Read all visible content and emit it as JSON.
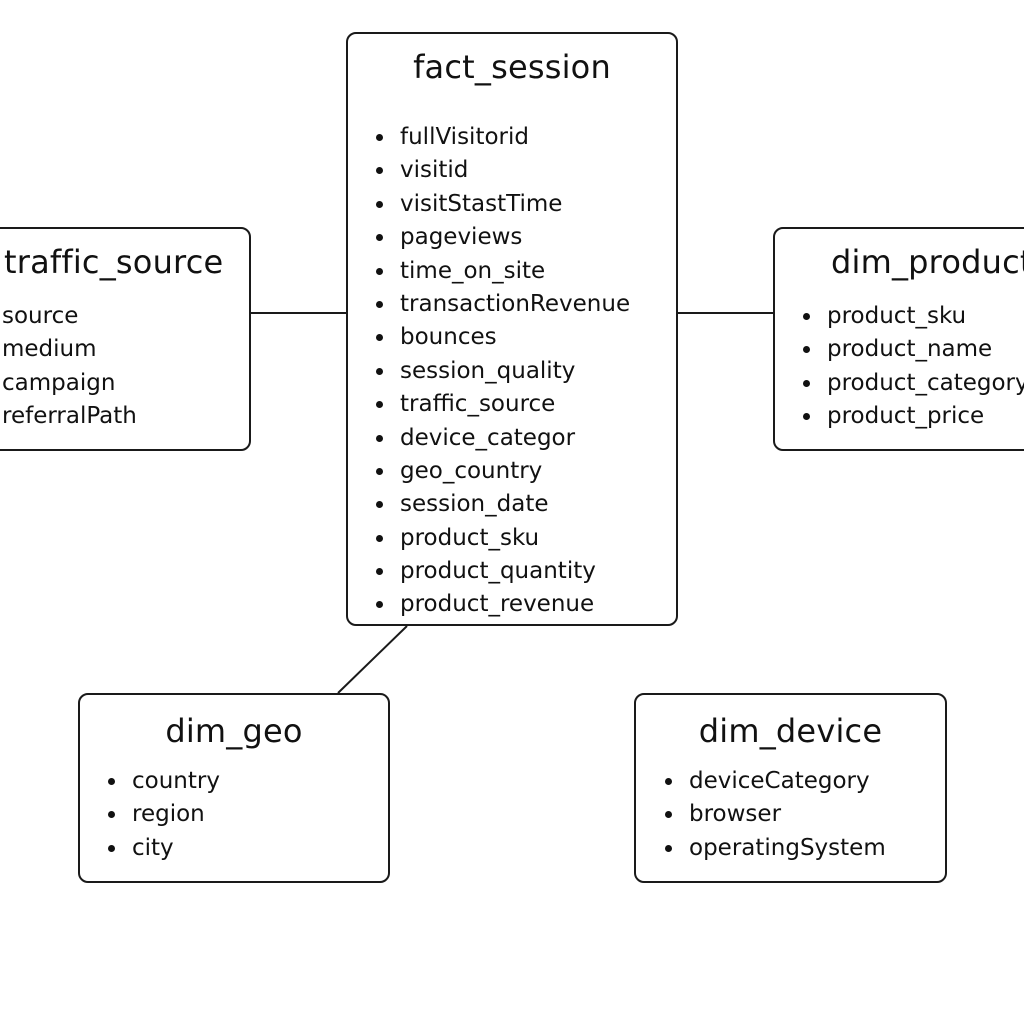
{
  "diagram": {
    "entities": {
      "fact_session": {
        "title": "fact_session",
        "fields": [
          "fullVisitorid",
          "visitid",
          "visitStastTime",
          "pageviews",
          "time_on_site",
          "transactionRevenue",
          "bounces",
          "session_quality",
          "traffic_source",
          "device_categor",
          "geo_country",
          "session_date",
          "product_sku",
          "product_quantity",
          "product_revenue"
        ]
      },
      "traffic_source": {
        "title": "traffic_source",
        "fields": [
          "source",
          "medium",
          "campaign",
          "referralPath"
        ]
      },
      "dim_product": {
        "title": "dim_product",
        "fields": [
          "product_sku",
          "product_name",
          "product_category",
          "product_price"
        ]
      },
      "dim_geo": {
        "title": "dim_geo",
        "fields": [
          "country",
          "region",
          "city"
        ]
      },
      "dim_device": {
        "title": "dim_device",
        "fields": [
          "deviceCategory",
          "browser",
          "operatingSystem"
        ]
      }
    },
    "relationships": [
      {
        "from": "fact_session",
        "to": "traffic_source"
      },
      {
        "from": "fact_session",
        "to": "dim_product"
      },
      {
        "from": "fact_session",
        "to": "dim_geo"
      }
    ],
    "colors": {
      "background": "#ffffff",
      "stroke": "#1a1a1a",
      "text": "#111111"
    }
  }
}
